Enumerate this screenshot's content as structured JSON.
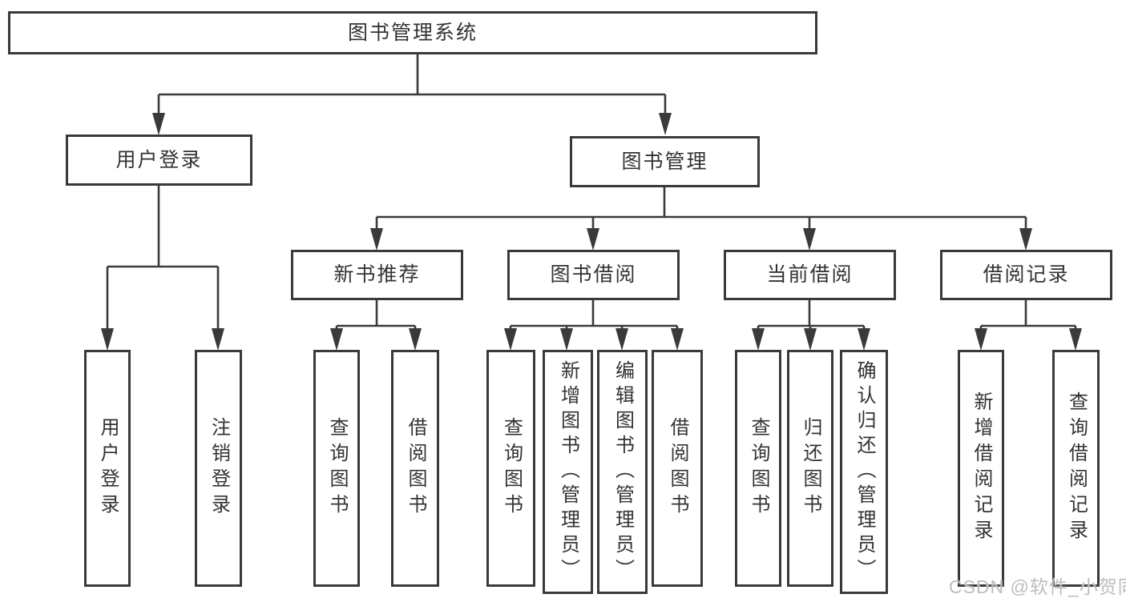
{
  "tree": {
    "root": "图书管理系统",
    "level2": [
      {
        "label": "用户登录"
      },
      {
        "label": "图书管理"
      }
    ],
    "level3": [
      {
        "label": "新书推荐"
      },
      {
        "label": "图书借阅"
      },
      {
        "label": "当前借阅"
      },
      {
        "label": "借阅记录"
      }
    ],
    "leaves": {
      "user_login": [
        {
          "label": "用户登录"
        },
        {
          "label": "注销登录"
        }
      ],
      "new_book": [
        {
          "label": "查询图书"
        },
        {
          "label": "借阅图书"
        }
      ],
      "book_borrow": [
        {
          "label": "查询图书"
        },
        {
          "label": "新增图书（管理员）"
        },
        {
          "label": "编辑图书（管理员）"
        },
        {
          "label": "借阅图书"
        }
      ],
      "current_borrow": [
        {
          "label": "查询图书"
        },
        {
          "label": "归还图书"
        },
        {
          "label": "确认归还（管理员）"
        }
      ],
      "borrow_records": [
        {
          "label": "新增借阅记录"
        },
        {
          "label": "查询借阅记录"
        }
      ]
    }
  },
  "watermark": "CSDN @软件_小贺同学",
  "colors": {
    "line": "#3a3a3a",
    "text": "#333333",
    "background": "#ffffff",
    "watermark": "#b9b9b9"
  }
}
